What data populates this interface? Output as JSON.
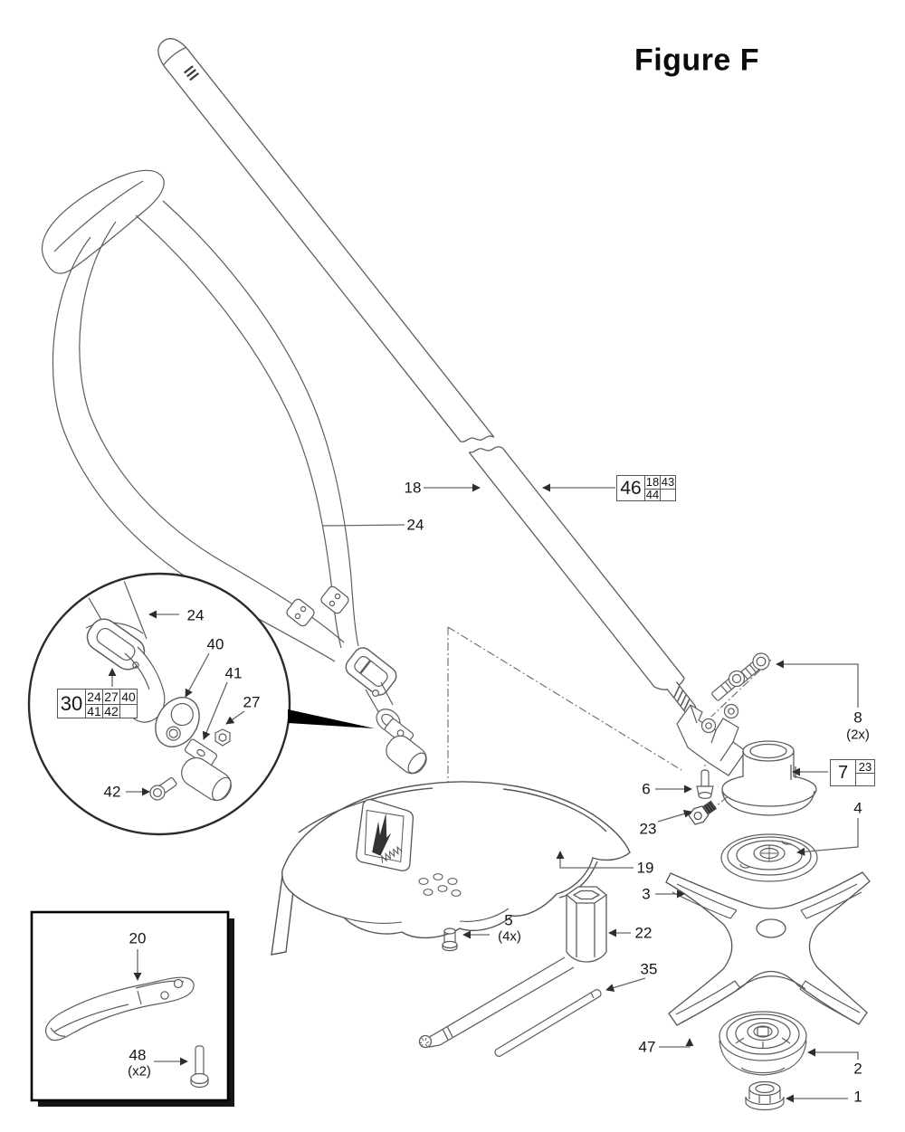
{
  "figure": {
    "title": "Figure F"
  },
  "colors": {
    "background": "#ffffff",
    "part_line": "#5c5c5c",
    "leader_line": "#666666",
    "text": "#151515",
    "detail_circle": "#2b2b2b",
    "black": "#000000"
  },
  "callouts": {
    "shaft": {
      "label": "18"
    },
    "strap": {
      "label": "24"
    },
    "detail_strap": {
      "label": "24"
    },
    "hanger_plate": {
      "label": "40"
    },
    "clamp": {
      "label": "41"
    },
    "small_nut": {
      "label": "27"
    },
    "clamp_bolt": {
      "label": "42"
    },
    "screws": {
      "label": "8",
      "qty": "(2x)"
    },
    "head_bolt": {
      "label": "6"
    },
    "plug": {
      "label": "23"
    },
    "washer": {
      "label": "4"
    },
    "guard": {
      "label": "19"
    },
    "blade": {
      "label": "3"
    },
    "guard_screws": {
      "label": "5",
      "qty": "(4x)"
    },
    "socket_wrench": {
      "label": "22"
    },
    "rod": {
      "label": "35"
    },
    "blade_corner": {
      "label": "47"
    },
    "blade_holder": {
      "label": "2"
    },
    "main_nut": {
      "label": "1"
    },
    "support_bar": {
      "label": "20"
    },
    "inset_bolt": {
      "label": "48",
      "qty": "(x2)"
    }
  },
  "group_boxes": {
    "box46": {
      "primary": "46",
      "cells": [
        "18",
        "43",
        "44",
        ""
      ]
    },
    "box30": {
      "primary": "30",
      "cells": [
        "24",
        "27",
        "40",
        "41",
        "42",
        ""
      ]
    },
    "box7": {
      "primary": "7",
      "cells": [
        "23",
        ""
      ]
    }
  }
}
